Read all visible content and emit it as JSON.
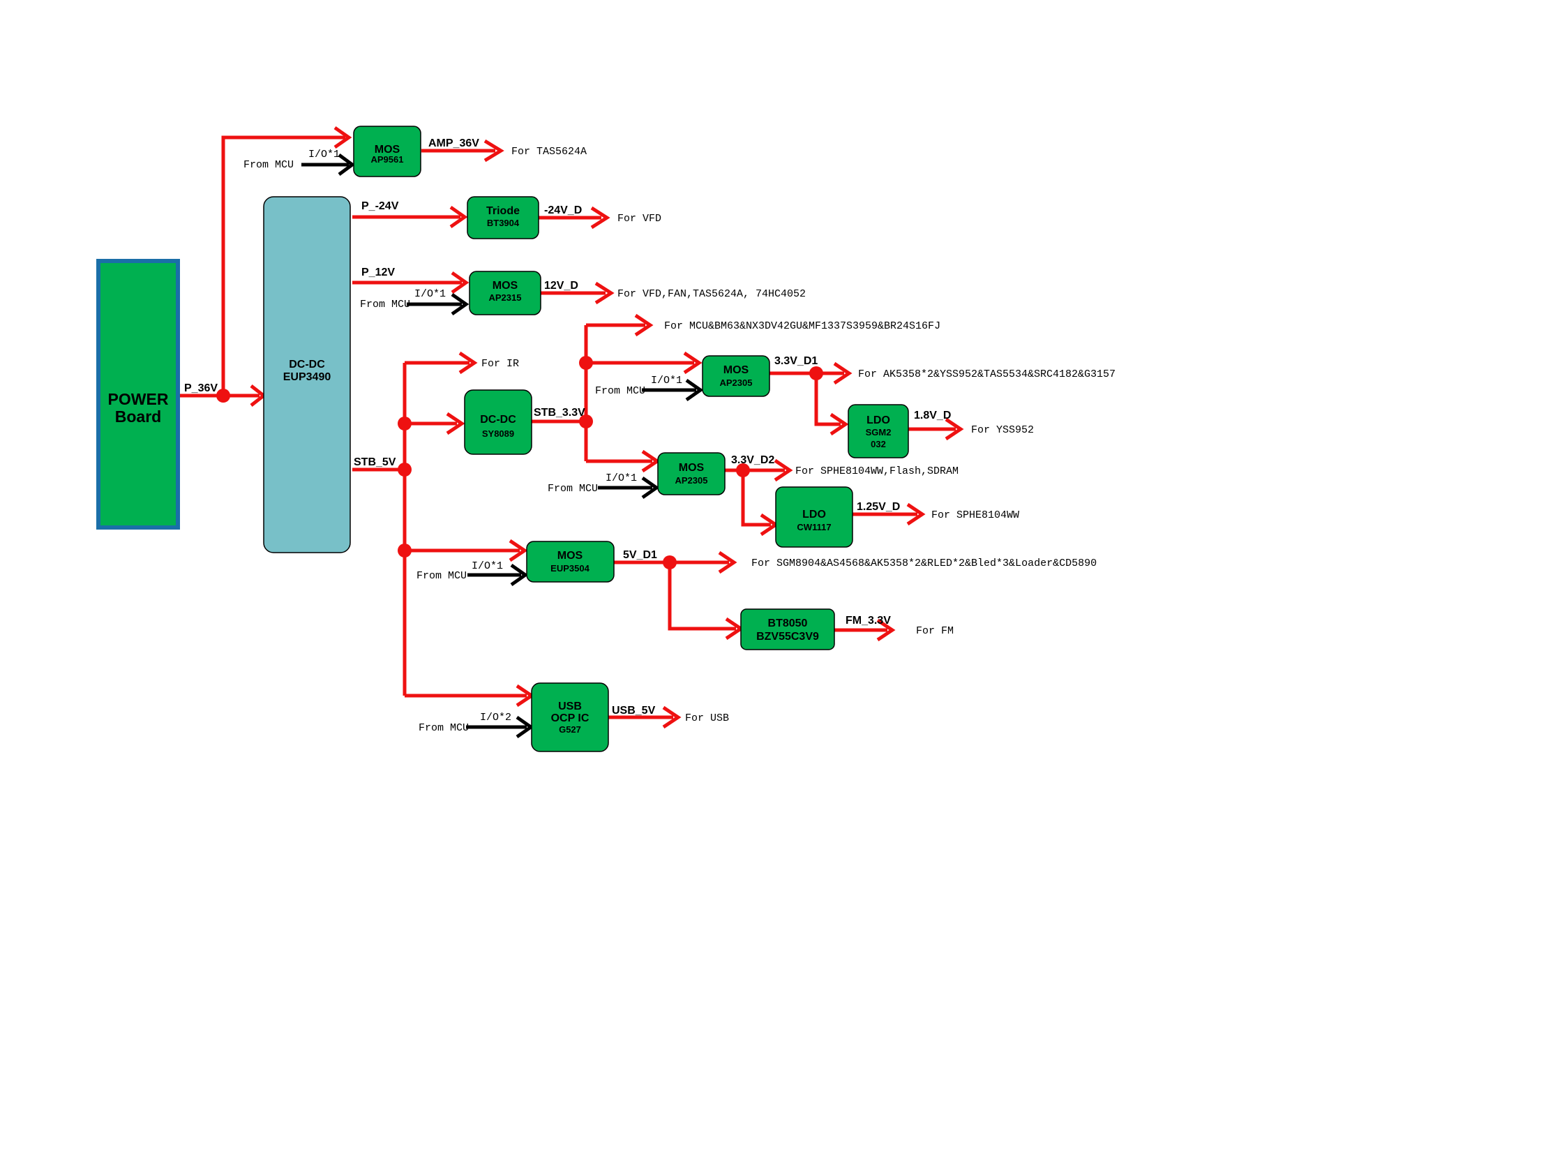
{
  "colors": {
    "wire": "#ee1111",
    "block": "#00b050",
    "dcdc": "#78c0c8",
    "border": "#1a6fa8",
    "control": "#000000"
  },
  "blocks": {
    "power": {
      "l1": "POWER",
      "l2": "Board"
    },
    "dcdc_main": {
      "l1": "DC-DC",
      "l2": "EUP3490"
    },
    "mos_ap9561": {
      "l1": "MOS",
      "l2": "AP9561"
    },
    "triode": {
      "l1": "Triode",
      "l2": "BT3904"
    },
    "mos_ap2315": {
      "l1": "MOS",
      "l2": "AP2315"
    },
    "dcdc_sy8089": {
      "l1": "DC-DC",
      "l2": "SY8089"
    },
    "mos_ap2305_a": {
      "l1": "MOS",
      "l2": "AP2305"
    },
    "ldo_sgm2032": {
      "l1": "LDO",
      "l2": "SGM2",
      "l3": "032"
    },
    "mos_ap2305_b": {
      "l1": "MOS",
      "l2": "AP2305"
    },
    "ldo_cw1117": {
      "l1": "LDO",
      "l2": "CW1117"
    },
    "mos_eup3504": {
      "l1": "MOS",
      "l2": "EUP3504"
    },
    "bt8050": {
      "l1": "BT8050",
      "l2": "BZV55C3V9"
    },
    "usb_ocp": {
      "l1": "USB",
      "l2": "OCP IC",
      "l3": "G527"
    }
  },
  "nets": {
    "p36": "P_36V",
    "amp36": "AMP_36V",
    "pm24": "P_-24V",
    "m24d": "-24V_D",
    "p12": "P_12V",
    "d12": "12V_D",
    "stb5": "STB_5V",
    "stb33": "STB_3.3V",
    "d33_1": "3.3V_D1",
    "d18": "1.8V_D",
    "d33_2": "3.3V_D2",
    "d125": "1.25V_D",
    "d5_1": "5V_D1",
    "fm33": "FM_3.3V",
    "usb5": "USB_5V"
  },
  "notes": {
    "tas": "For TAS5624A",
    "vfd": "For VFD",
    "vfd_fan": "For VFD,FAN,TAS5624A, 74HC4052",
    "mcu": "For MCU&BM63&NX3DV42GU&MF1337S3959&BR24S16FJ",
    "ir": "For IR",
    "ak": "For AK5358*2&YSS952&TAS5534&SRC4182&G3157",
    "yss": "For YSS952",
    "sphe1": "For SPHE8104WW,Flash,SDRAM",
    "sphe2": "For SPHE8104WW",
    "sgm": "For SGM8904&AS4568&AK5358*2&RLED*2&Bled*3&Loader&CD5890",
    "fm": "For FM",
    "usb": "For USB"
  },
  "controls": {
    "from_mcu": "From MCU",
    "io1": "I/O*1",
    "io2": "I/O*2"
  }
}
